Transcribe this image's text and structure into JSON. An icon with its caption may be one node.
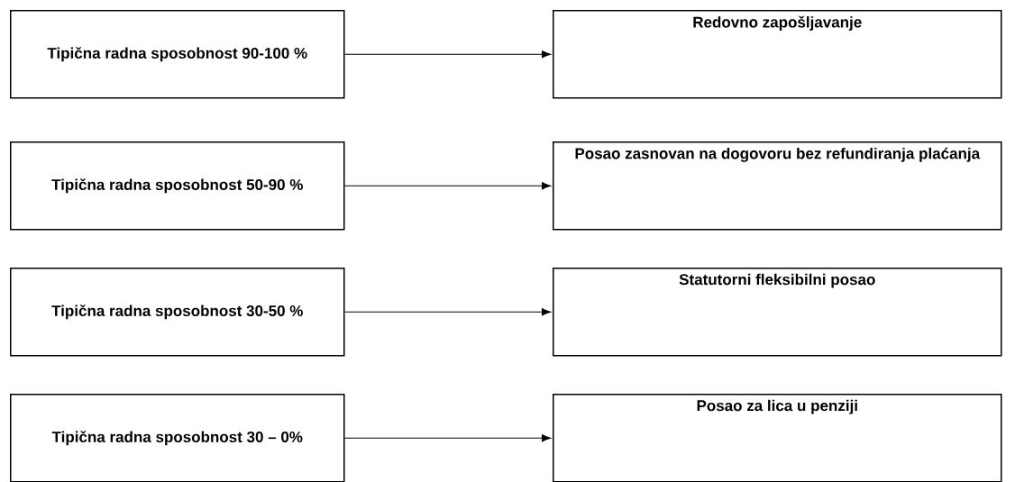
{
  "diagram": {
    "nodes": [
      {
        "text": [
          "Tipična radna sposobnost 90-100 %"
        ]
      },
      {
        "text": [
          "Redovno zapošljavanje"
        ]
      },
      {
        "text": [
          "Tipična radna sposobnost 50-90 %"
        ]
      },
      {
        "text": [
          "Posao zasnovan na dogovoru bez refundiranja plaćanja"
        ]
      },
      {
        "text": [
          "Tipična radna sposobnost 30-50 %"
        ]
      },
      {
        "text": [
          "Statutorni fleksibilni posao"
        ]
      },
      {
        "text": [
          "Tipična radna sposobnost 30 – 0%"
        ]
      },
      {
        "text": [
          "Posao za lica u penziji"
        ]
      }
    ],
    "edges": [
      {
        "from": 0,
        "to": 1,
        "arrow": "to"
      },
      {
        "from": 2,
        "to": 3,
        "arrow": "to"
      },
      {
        "from": 4,
        "to": 5,
        "arrow": "to"
      },
      {
        "from": 6,
        "to": 7,
        "arrow": "to"
      }
    ]
  }
}
